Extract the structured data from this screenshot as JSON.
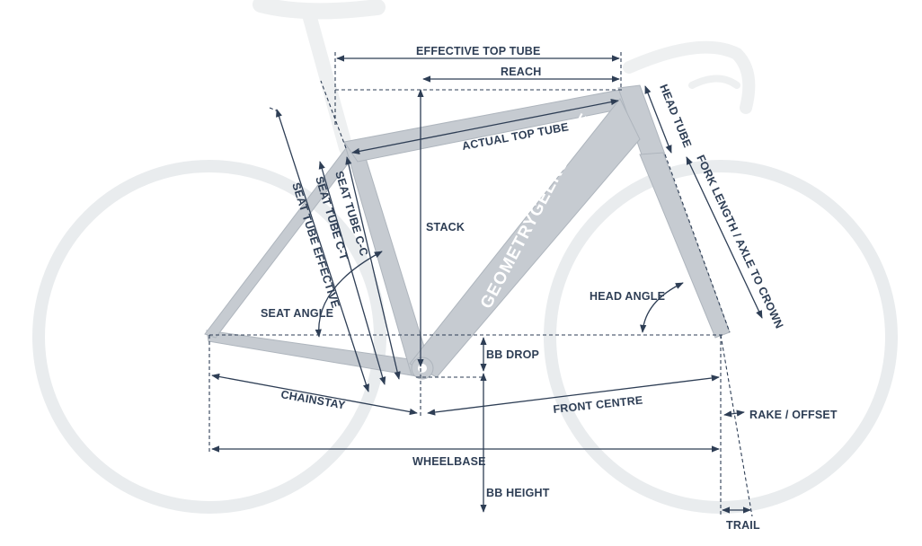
{
  "diagram": {
    "watermark": "GEOMETRYGEEKS.BIKE",
    "labels": {
      "effective_top_tube": "EFFECTIVE TOP TUBE",
      "reach": "REACH",
      "actual_top_tube": "ACTUAL TOP TUBE",
      "head_tube": "HEAD TUBE",
      "fork_length": "FORK LENGTH / AXLE TO CROWN",
      "stack": "STACK",
      "seat_tube_cc": "SEAT TUBE C-C",
      "seat_tube_ct": "SEAT TUBE C-T",
      "seat_tube_effective": "SEAT TUBE EFFECTIVE",
      "seat_angle": "SEAT ANGLE",
      "head_angle": "HEAD ANGLE",
      "bb_drop": "BB DROP",
      "chainstay": "CHAINSTAY",
      "front_centre": "FRONT CENTRE",
      "rake_offset": "RAKE / OFFSET",
      "wheelbase": "WHEELBASE",
      "bb_height": "BB HEIGHT",
      "trail": "TRAIL"
    },
    "colors": {
      "ink": "#2e3e55",
      "frame": "#c6cbd1",
      "wheel": "#e9ecee"
    }
  }
}
